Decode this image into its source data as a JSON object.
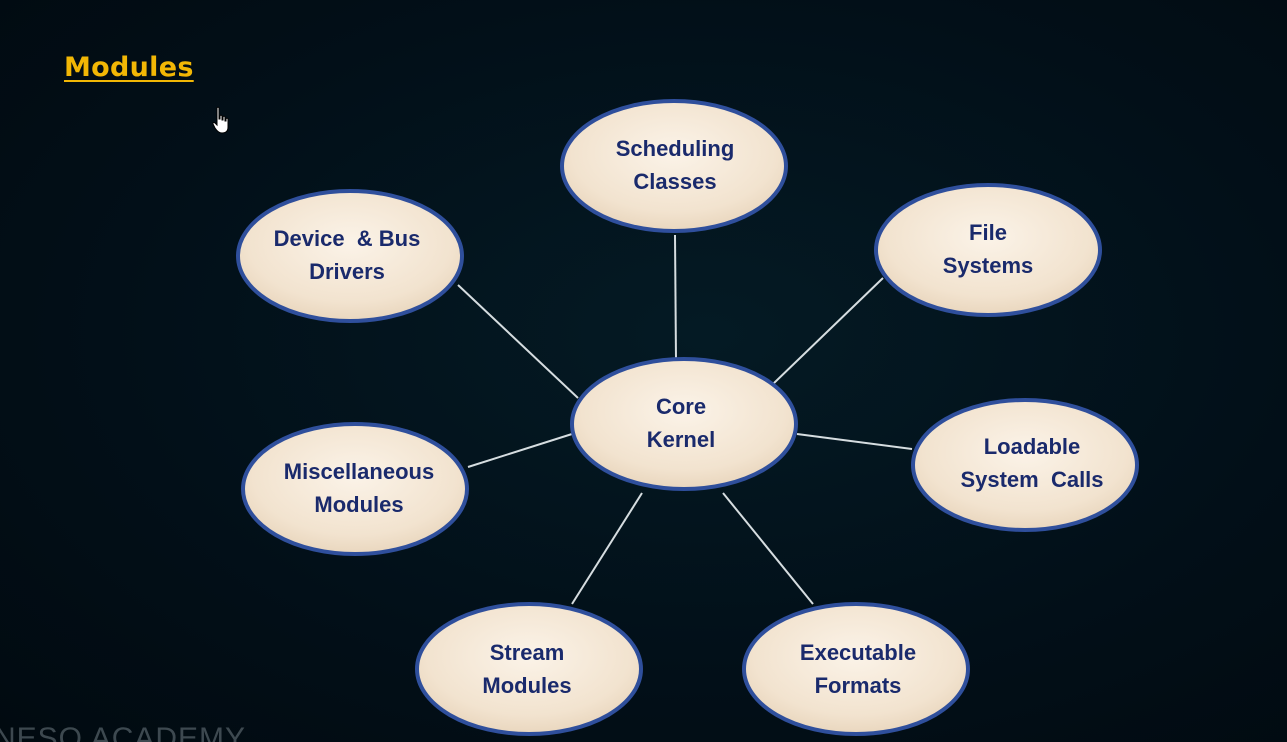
{
  "slide": {
    "title": "Modules",
    "watermark": "NESO ACADEMY"
  },
  "colors": {
    "background": "#020f18",
    "title": "#f2b705",
    "node_fill": "#f4e7d6",
    "node_border": "#2f4f9c",
    "node_text": "#1a2a6c",
    "connector": "#d6dde0"
  },
  "diagram": {
    "center": {
      "line1": "Core",
      "line2": "Kernel"
    },
    "nodes": [
      {
        "id": "scheduling-classes",
        "line1": "Scheduling",
        "line2": "Classes"
      },
      {
        "id": "file-systems",
        "line1": "File",
        "line2": "Systems"
      },
      {
        "id": "loadable-system-calls",
        "line1": "Loadable",
        "line2": "System  Calls"
      },
      {
        "id": "executable-formats",
        "line1": "Executable",
        "line2": "Formats"
      },
      {
        "id": "stream-modules",
        "line1": "Stream",
        "line2": "Modules"
      },
      {
        "id": "miscellaneous-modules",
        "line1": "Miscellaneous",
        "line2": "Modules"
      },
      {
        "id": "device-bus-drivers",
        "line1": "Device  & Bus",
        "line2": "Drivers"
      }
    ]
  },
  "cursor_icon": "hand-pointer-icon"
}
